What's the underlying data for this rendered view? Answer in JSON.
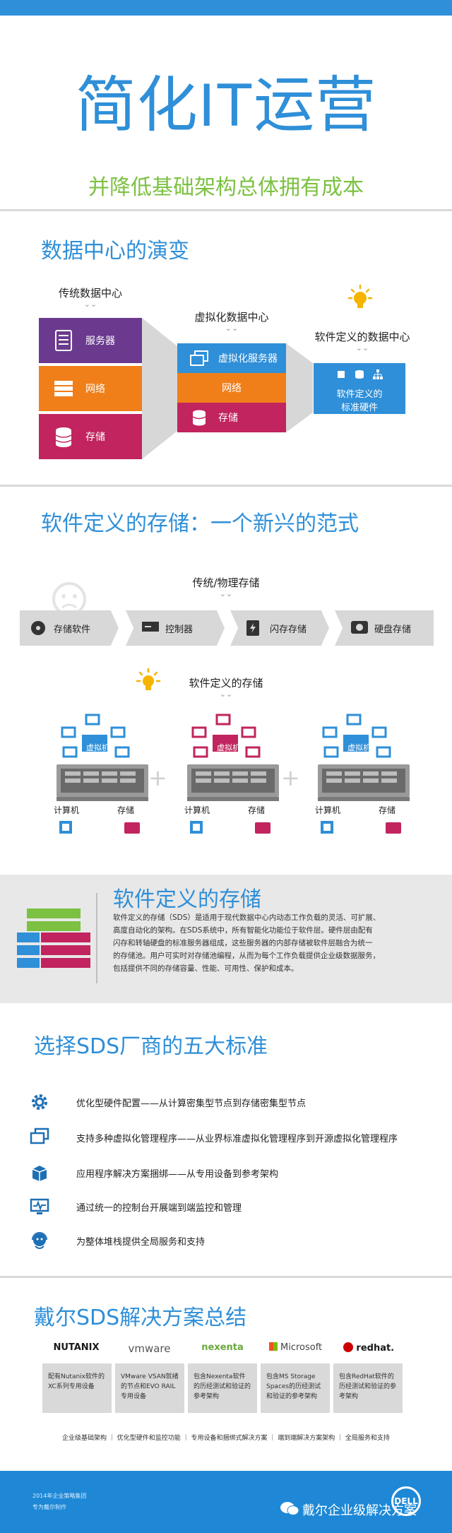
{
  "hero": {
    "title": "简化IT运营",
    "subtitle": "并降低基础架构总体拥有成本"
  },
  "evolution": {
    "title": "数据中心的演变",
    "traditional": {
      "label": "传统数据中心",
      "items": [
        "服务器",
        "网络",
        "存储"
      ]
    },
    "virtual": {
      "label": "虚拟化数据中心",
      "items": [
        "虚拟化服务器",
        "网络",
        "存储"
      ]
    },
    "sddc": {
      "label": "软件定义的数据中心",
      "line1": "软件定义的",
      "line2": "标准硬件"
    }
  },
  "paradigm": {
    "title": "软件定义的存储：一个新兴的范式",
    "physical_label": "传统/物理存储",
    "chevrons": [
      "存储软件",
      "控制器",
      "闪存存储",
      "硬盘存储"
    ],
    "sds_label": "软件定义的存储",
    "vm_badge": "虚拟机",
    "compute": "计算机",
    "storage": "存储",
    "plus": "+"
  },
  "sds": {
    "title": "软件定义的存储",
    "lines": [
      "软件定义的存储（SDS）是适用于现代数据中心内动态工作负载的灵活、可扩展、",
      "高度自动化的架构。在SDS系统中，所有智能化功能位于软件层。硬件层由配有",
      "闪存和转轴硬盘的标准服务器组成，这些服务器的内部存储被软件层融合为统一",
      "的存储池。用户可实时对存储池编程，从而为每个工作负载提供企业级数据服务，",
      "包括提供不同的存储容量、性能、可用性、保护和成本。"
    ]
  },
  "criteria": {
    "title": "选择SDS厂商的五大标准",
    "items": [
      "优化型硬件配置——从计算密集型节点到存储密集型节点",
      "支持多种虚拟化管理程序——从业界标准虚拟化管理程序到开源虚拟化管理程序",
      "应用程序解决方案捆绑——从专用设备到参考架构",
      "通过统一的控制台开展端到端监控和管理",
      "为整体堆栈提供全局服务和支持"
    ]
  },
  "summary": {
    "title": "戴尔SDS解决方案总结",
    "vendors": [
      {
        "logo": "NUTANIX",
        "color": "#1a1a1a",
        "text": "配有Nutanix软件的XC系列专用设备"
      },
      {
        "logo": "vmware",
        "color": "#555555",
        "text": "VMware VSAN就绪的节点和EVO RAIL专用设备"
      },
      {
        "logo": "nexenta",
        "color": "#6aa83a",
        "text": "包含Nexenta软件的历经测试和验证的参考架构"
      },
      {
        "logo": "Microsoft",
        "color": "#444444",
        "text": "包含MS Storage Spaces的历经测试和验证的参考架构"
      },
      {
        "logo": "redhat.",
        "color": "#1a1a1a",
        "text": "包含RedHat软件的历经测试和验证的参考架构"
      }
    ],
    "footnote": "企业级基础架构 ｜ 优化型硬件和监控功能 ｜ 专用设备和捆绑式解决方案 ｜ 端到端解决方案架构 ｜ 全局服务和支持"
  },
  "footer": {
    "line1": "2014年企业策略集团",
    "line2": "专为戴尔制作",
    "brand": "戴尔企业级解决方案",
    "logo": "DELL"
  },
  "colors": {
    "blue": "#2f8fd8",
    "green": "#7cc142",
    "purple": "#6b3a8e",
    "orange": "#f07f1a",
    "magenta": "#c1245e",
    "gray": "#d8d8d8"
  }
}
